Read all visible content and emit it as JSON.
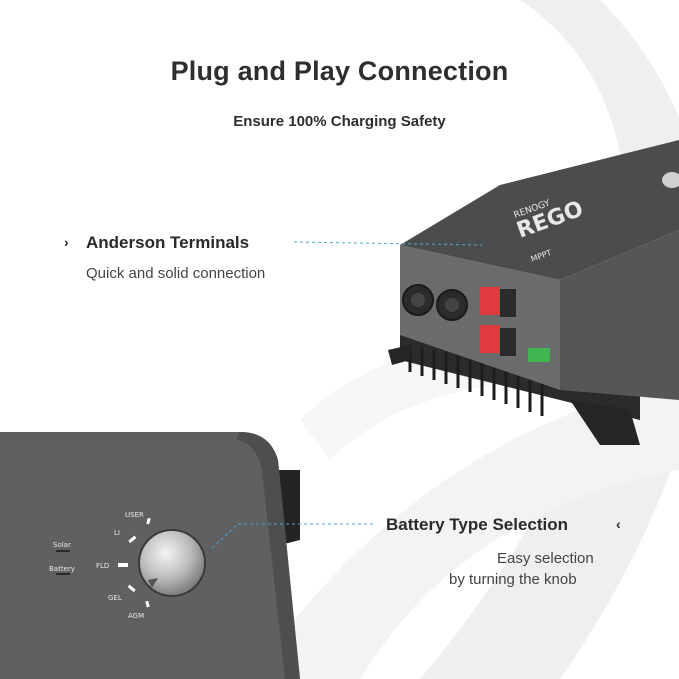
{
  "header": {
    "title": "Plug and Play Connection",
    "subtitle": "Ensure 100% Charging Safety"
  },
  "callouts": [
    {
      "heading": "Anderson Terminals",
      "lines": [
        "Quick and solid connection"
      ],
      "arrow": "›"
    },
    {
      "heading": "Battery Type Selection",
      "lines": [
        "Easy selection",
        "by turning the knob"
      ],
      "arrow": "‹"
    }
  ],
  "device": {
    "brand_top": "RENOGY",
    "brand_main": "REGO",
    "model_label": "MPPT",
    "indicator_labels": [
      "Solar",
      "Battery"
    ],
    "knob_modes": [
      "USER",
      "LI",
      "FLD",
      "GEL",
      "AGM"
    ]
  },
  "colors": {
    "device_body": "#5f6062",
    "device_dark": "#3c3d3f",
    "anderson_red": "#e03a3e",
    "terminal_green": "#3fb651",
    "leader_line": "#4aa8c9"
  }
}
